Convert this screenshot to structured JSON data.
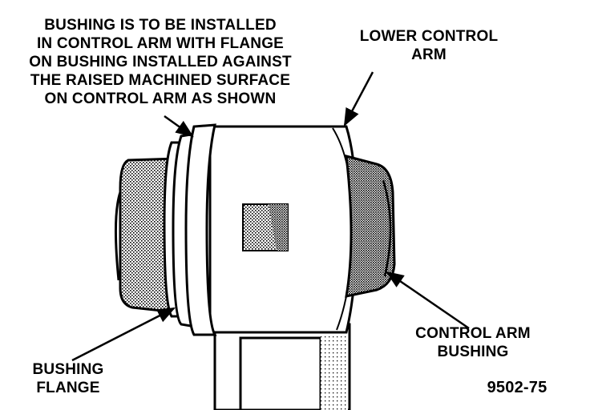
{
  "labels": {
    "note": {
      "line1": "BUSHING IS TO BE INSTALLED",
      "line2": "IN CONTROL ARM WITH FLANGE",
      "line3": "ON BUSHING INSTALLED AGAINST",
      "line4": "THE RAISED MACHINED SURFACE",
      "line5": "ON CONTROL ARM AS SHOWN"
    },
    "lower_control_arm": {
      "line1": "LOWER CONTROL",
      "line2": "ARM"
    },
    "control_arm_bushing": {
      "line1": "CONTROL ARM",
      "line2": "BUSHING"
    },
    "bushing_flange": {
      "line1": "BUSHING",
      "line2": "FLANGE"
    },
    "figure_number": "9502-75"
  },
  "colors": {
    "ink": "#000000",
    "paper": "#ffffff",
    "rubber_shade": "#9a9a9a",
    "window_shade": "#8c8c8c"
  }
}
